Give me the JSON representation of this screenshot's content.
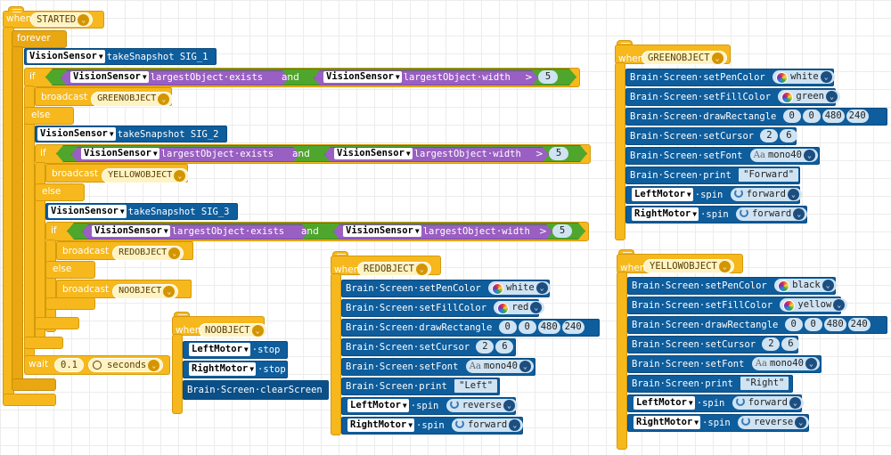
{
  "common": {
    "when": "when",
    "vision_sensor": "VisionSensor",
    "take_snapshot": "takeSnapshot",
    "largest_exists": "largestObject·exists",
    "largest_width": "largestObject·width",
    "and": "and",
    "gt": ">",
    "broadcast": "broadcast",
    "brain_screen": "Brain·Screen",
    "set_pen_color": "setPenColor",
    "set_fill_color": "setFillColor",
    "draw_rectangle": "drawRectangle",
    "set_cursor": "setCursor",
    "set_font": "setFont",
    "print": "print",
    "spin": "spin",
    "stop": "stop",
    "clear_screen": "clearScreen",
    "left_motor": "LeftMotor",
    "right_motor": "RightMotor",
    "font_value": "mono40",
    "font_icon": "Aa"
  },
  "main_script": {
    "event": "STARTED",
    "forever": "forever",
    "if": "if",
    "else": "else",
    "sig1": "SIG_1",
    "sig2": "SIG_2",
    "sig3": "SIG_3",
    "width_threshold": "5",
    "msg_green": "GREENOBJECT",
    "msg_yellow": "YELLOWOBJECT",
    "msg_red": "REDOBJECT",
    "msg_none": "NOOBJECT",
    "wait": "wait",
    "wait_value": "0.1",
    "wait_unit": "seconds"
  },
  "noobject_script": {
    "event": "NOOBJECT",
    "screen_clear": "Brain·Screen·clearScreen"
  },
  "redobject_script": {
    "event": "REDOBJECT",
    "pen_color": "white",
    "fill_color": "red",
    "rect": [
      "0",
      "0",
      "480",
      "240"
    ],
    "cursor": [
      "2",
      "6"
    ],
    "print_text": "\"Left\"",
    "left_dir": "reverse",
    "right_dir": "forward"
  },
  "greenobject_script": {
    "event": "GREENOBJECT",
    "pen_color": "white",
    "fill_color": "green",
    "rect": [
      "0",
      "0",
      "480",
      "240"
    ],
    "cursor": [
      "2",
      "6"
    ],
    "print_text": "\"Forward\"",
    "left_dir": "forward",
    "right_dir": "forward"
  },
  "yellowobject_script": {
    "event": "YELLOWOBJECT",
    "pen_color": "black",
    "fill_color": "yellow",
    "rect": [
      "0",
      "0",
      "480",
      "240"
    ],
    "cursor": [
      "2",
      "6"
    ],
    "print_text": "\"Right\"",
    "left_dir": "forward",
    "right_dir": "reverse"
  },
  "colors": {
    "event_yellow": "#f6b81c",
    "looks_blue": "#0e5d9c",
    "operator_green": "#4fa62c",
    "sensing_purple": "#9a5fc2"
  }
}
